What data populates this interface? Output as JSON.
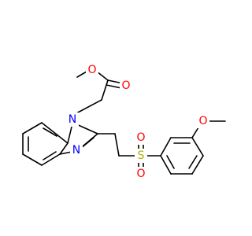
{
  "molecule": {
    "atoms": {
      "o_ester_single": "O",
      "o_ester_carbonyl": "O",
      "n_ring": "N",
      "n_ring_2": "N",
      "s_sulfonyl": "S",
      "o_sulfonyl_top": "O",
      "o_sulfonyl_bottom": "O",
      "o_methoxy": "O"
    },
    "colors": {
      "bond": "#000000",
      "oxygen": "#ff0000",
      "nitrogen": "#0000ff",
      "sulfur": "#b2b200"
    }
  }
}
